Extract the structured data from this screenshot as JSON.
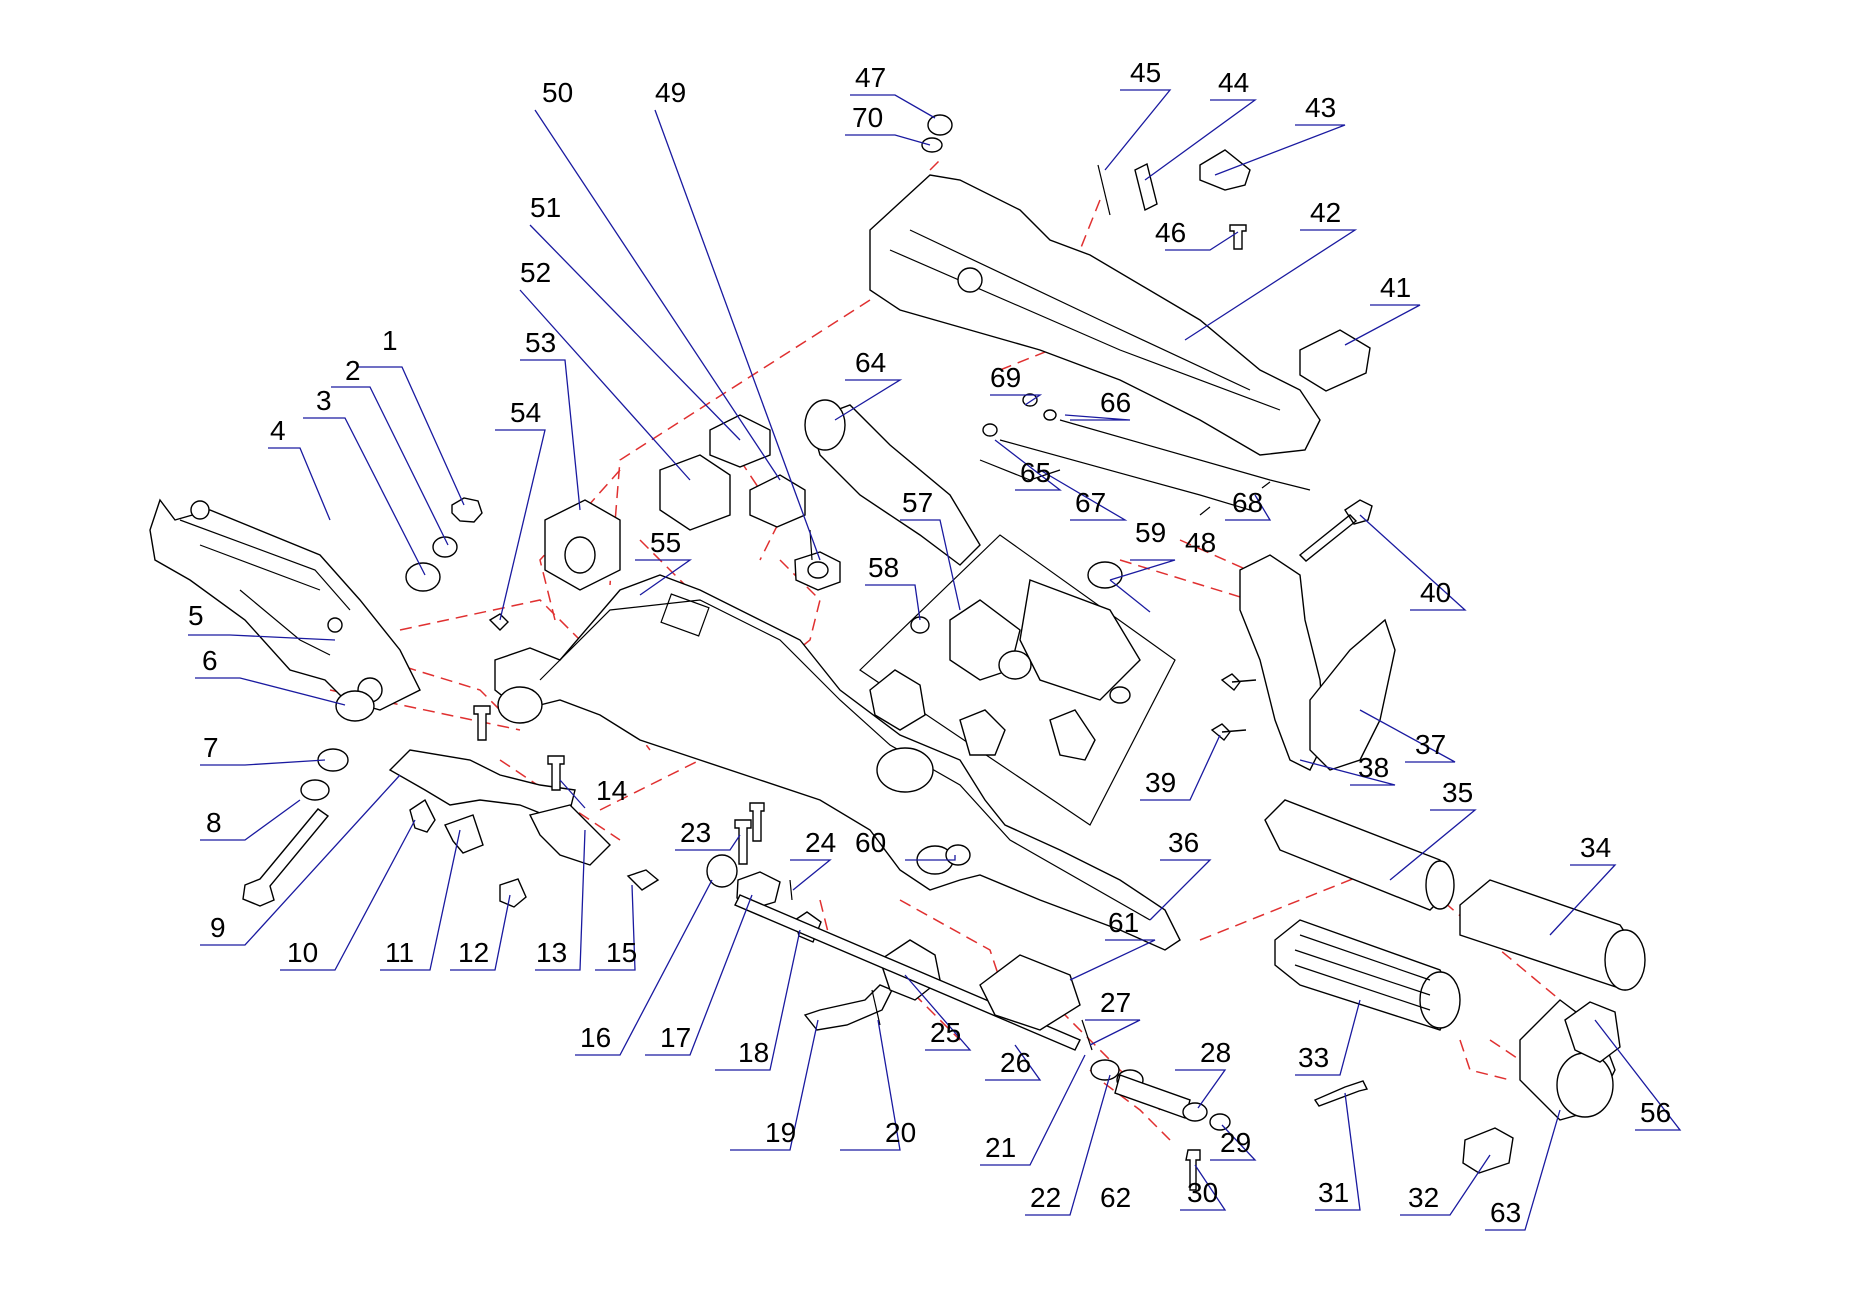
{
  "diagram": {
    "labels": [
      "1",
      "2",
      "3",
      "4",
      "5",
      "6",
      "7",
      "8",
      "9",
      "10",
      "11",
      "12",
      "13",
      "14",
      "15",
      "16",
      "17",
      "18",
      "19",
      "20",
      "21",
      "22",
      "23",
      "24",
      "25",
      "26",
      "27",
      "28",
      "29",
      "30",
      "31",
      "32",
      "33",
      "34",
      "35",
      "36",
      "37",
      "38",
      "39",
      "40",
      "41",
      "42",
      "43",
      "44",
      "45",
      "46",
      "47",
      "48",
      "49",
      "50",
      "51",
      "52",
      "53",
      "54",
      "55",
      "56",
      "57",
      "58",
      "59",
      "60",
      "61",
      "62",
      "63",
      "64",
      "65",
      "66",
      "67",
      "68",
      "69",
      "70"
    ],
    "colors": {
      "line": "#000000",
      "leader": "#1a1aa0",
      "hidden": "#e03030"
    }
  }
}
